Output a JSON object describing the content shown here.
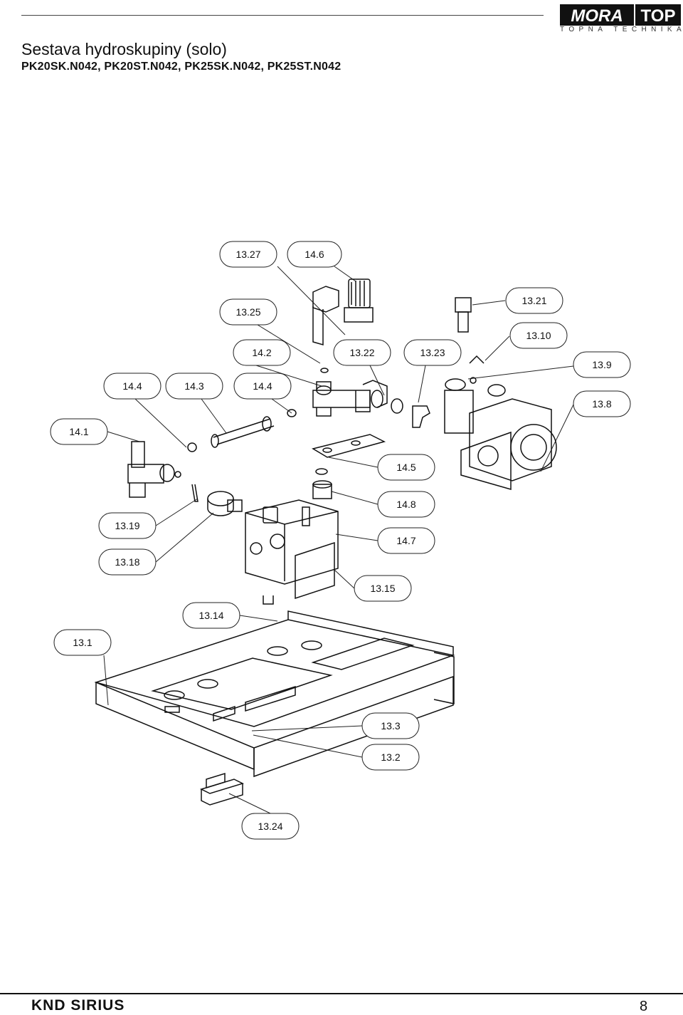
{
  "header": {
    "title": "Sestava hydroskupiny (solo)",
    "subtitle": "PK20SK.N042, PK20ST.N042, PK25SK.N042, PK25ST.N042",
    "logo_left": "MORA",
    "logo_right": "TOP",
    "logo_tagline": "TOPNÁ TECHNIKA"
  },
  "callouts": [
    "13.27",
    "14.6",
    "13.25",
    "13.21",
    "14.2",
    "13.22",
    "13.23",
    "13.10",
    "13.9",
    "14.4",
    "14.3",
    "14.4",
    "13.8",
    "14.1",
    "14.5",
    "14.8",
    "13.19",
    "14.7",
    "13.18",
    "13.15",
    "13.14",
    "13.1",
    "13.3",
    "13.2",
    "13.24"
  ],
  "footer": {
    "brand": "KND SIRIUS",
    "page": "8"
  }
}
